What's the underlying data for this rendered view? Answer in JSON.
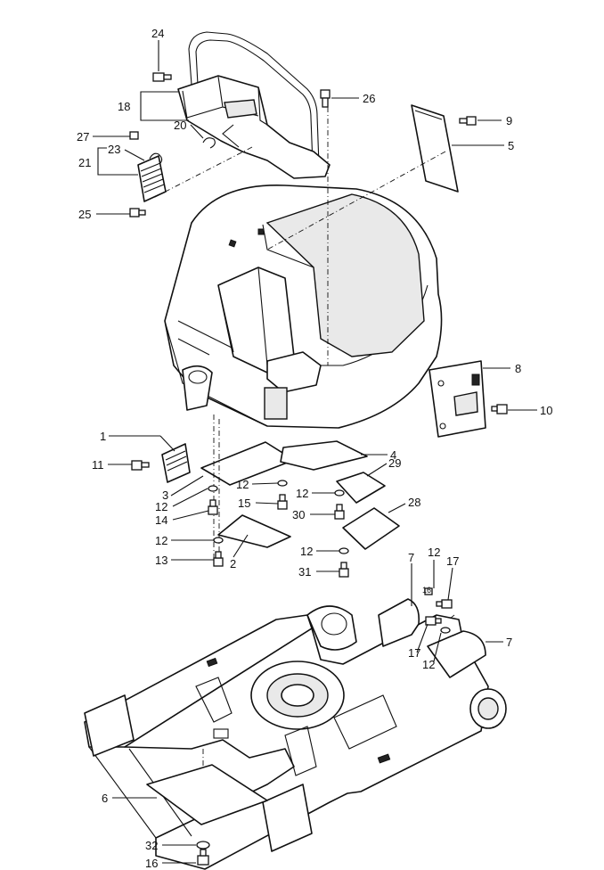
{
  "callouts": [
    {
      "id": "c24",
      "label": "24"
    },
    {
      "id": "c26",
      "label": "26"
    },
    {
      "id": "c18",
      "label": "18"
    },
    {
      "id": "c9",
      "label": "9"
    },
    {
      "id": "c20",
      "label": "20"
    },
    {
      "id": "c5",
      "label": "5"
    },
    {
      "id": "c27",
      "label": "27"
    },
    {
      "id": "c23",
      "label": "23"
    },
    {
      "id": "c21",
      "label": "21"
    },
    {
      "id": "c25",
      "label": "25"
    },
    {
      "id": "c8",
      "label": "8"
    },
    {
      "id": "c10",
      "label": "10"
    },
    {
      "id": "c1",
      "label": "1"
    },
    {
      "id": "c11",
      "label": "11"
    },
    {
      "id": "c4",
      "label": "4"
    },
    {
      "id": "c29",
      "label": "29"
    },
    {
      "id": "c3",
      "label": "3"
    },
    {
      "id": "c12a",
      "label": "12"
    },
    {
      "id": "c12b",
      "label": "12"
    },
    {
      "id": "c12c",
      "label": "12"
    },
    {
      "id": "c14",
      "label": "14"
    },
    {
      "id": "c15",
      "label": "15"
    },
    {
      "id": "c30",
      "label": "30"
    },
    {
      "id": "c28",
      "label": "28"
    },
    {
      "id": "c12d",
      "label": "12"
    },
    {
      "id": "c13",
      "label": "13"
    },
    {
      "id": "c2",
      "label": "2"
    },
    {
      "id": "c12e",
      "label": "12"
    },
    {
      "id": "c31",
      "label": "31"
    },
    {
      "id": "c7a",
      "label": "7"
    },
    {
      "id": "c12f",
      "label": "12"
    },
    {
      "id": "c17a",
      "label": "17"
    },
    {
      "id": "c16a",
      "label": "16"
    },
    {
      "id": "c7b",
      "label": "7"
    },
    {
      "id": "c17b",
      "label": "17"
    },
    {
      "id": "c12g",
      "label": "12"
    },
    {
      "id": "c6",
      "label": "6"
    },
    {
      "id": "c32",
      "label": "32"
    },
    {
      "id": "c16b",
      "label": "16"
    }
  ]
}
